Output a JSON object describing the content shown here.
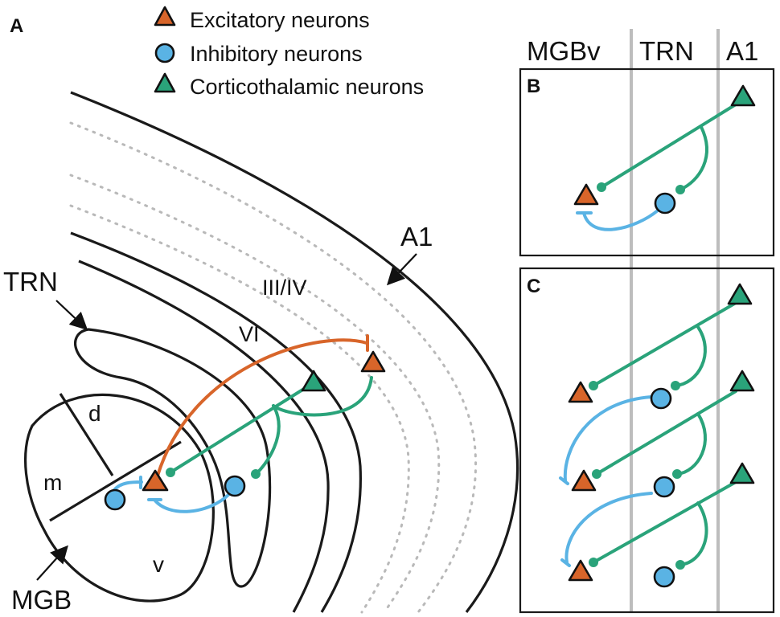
{
  "panels": {
    "a": "A",
    "b": "B",
    "c": "C"
  },
  "legend": {
    "excitatory": "Excitatory neurons",
    "inhibitory": "Inhibitory neurons",
    "corticothalamic": "Corticothalamic neurons"
  },
  "columns": {
    "mgbv": "MGBv",
    "trn": "TRN",
    "a1": "A1"
  },
  "anatomy": {
    "a1": "A1",
    "layer_34": "III/IV",
    "layer_6": "VI",
    "trn": "TRN",
    "mgb": "MGB",
    "d": "d",
    "m": "m",
    "v": "v"
  },
  "colors": {
    "excitatory": "#d8652a",
    "inhibitory": "#5ab3e4",
    "corticothalamic": "#2aa37a"
  }
}
